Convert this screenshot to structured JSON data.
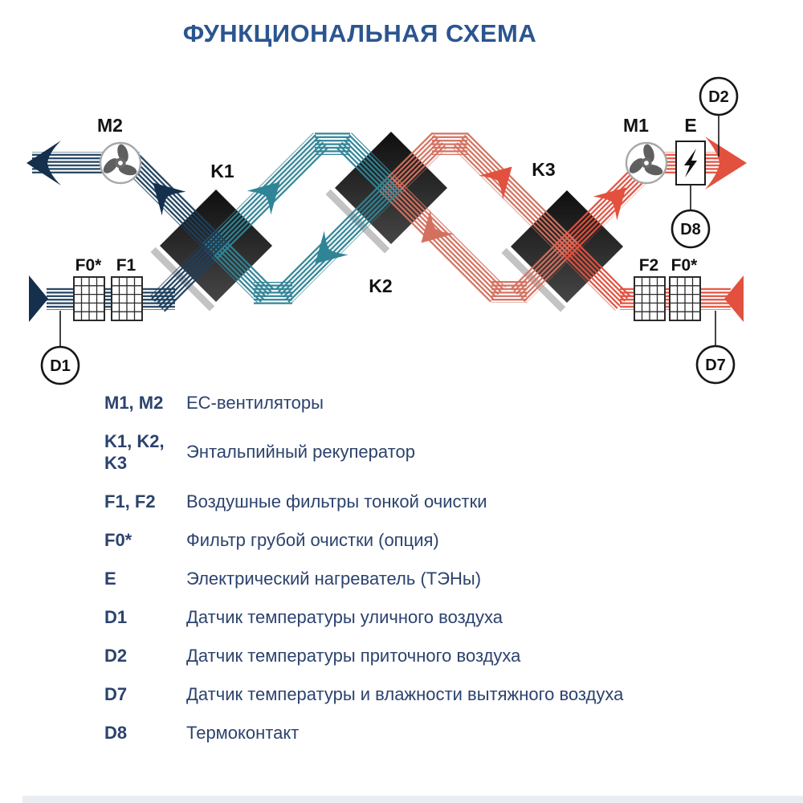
{
  "title": "ФУНКЦИОНАЛЬНАЯ СХЕМА",
  "labels": {
    "m2": "M2",
    "m1": "M1",
    "k1": "K1",
    "k2": "K2",
    "k3": "K3",
    "f0_left": "F0*",
    "f1": "F1",
    "f2": "F2",
    "f0_right": "F0*",
    "e": "E",
    "d1": "D1",
    "d2": "D2",
    "d7": "D7",
    "d8": "D8"
  },
  "icons": {
    "fan": "three-blade-fan",
    "heater": "lightning-bolt",
    "filter": "grid-mesh",
    "sensor": "circle-probe"
  },
  "colors": {
    "flow_cold_navy": "#1d3f5e",
    "flow_mid_teal": "#2f8496",
    "flow_warm_coral": "#d4705e",
    "flow_hot_red": "#e2503e",
    "recuperator_dark": "#1a1a1a",
    "recuperator_shadow": "#c3c3c3",
    "title_text": "#2b5590",
    "legend_text": "#2c436e"
  },
  "legend": {
    "rows": [
      {
        "key": "M1, M2",
        "desc": "EC-вентиляторы"
      },
      {
        "key": "K1, K2, K3",
        "desc": "Энтальпийный рекуператор"
      },
      {
        "key": "F1, F2",
        "desc": "Воздушные фильтры тонкой очистки"
      },
      {
        "key": "F0*",
        "desc": "Фильтр грубой очистки (опция)"
      },
      {
        "key": "E",
        "desc": "Электрический нагреватель (ТЭНы)"
      },
      {
        "key": "D1",
        "desc": "Датчик температуры уличного воздуха"
      },
      {
        "key": "D2",
        "desc": "Датчик температуры приточного воздуха"
      },
      {
        "key": "D7",
        "desc": "Датчик температуры и влажности вытяжного воздуха"
      },
      {
        "key": "D8",
        "desc": "Термоконтакт"
      }
    ]
  }
}
